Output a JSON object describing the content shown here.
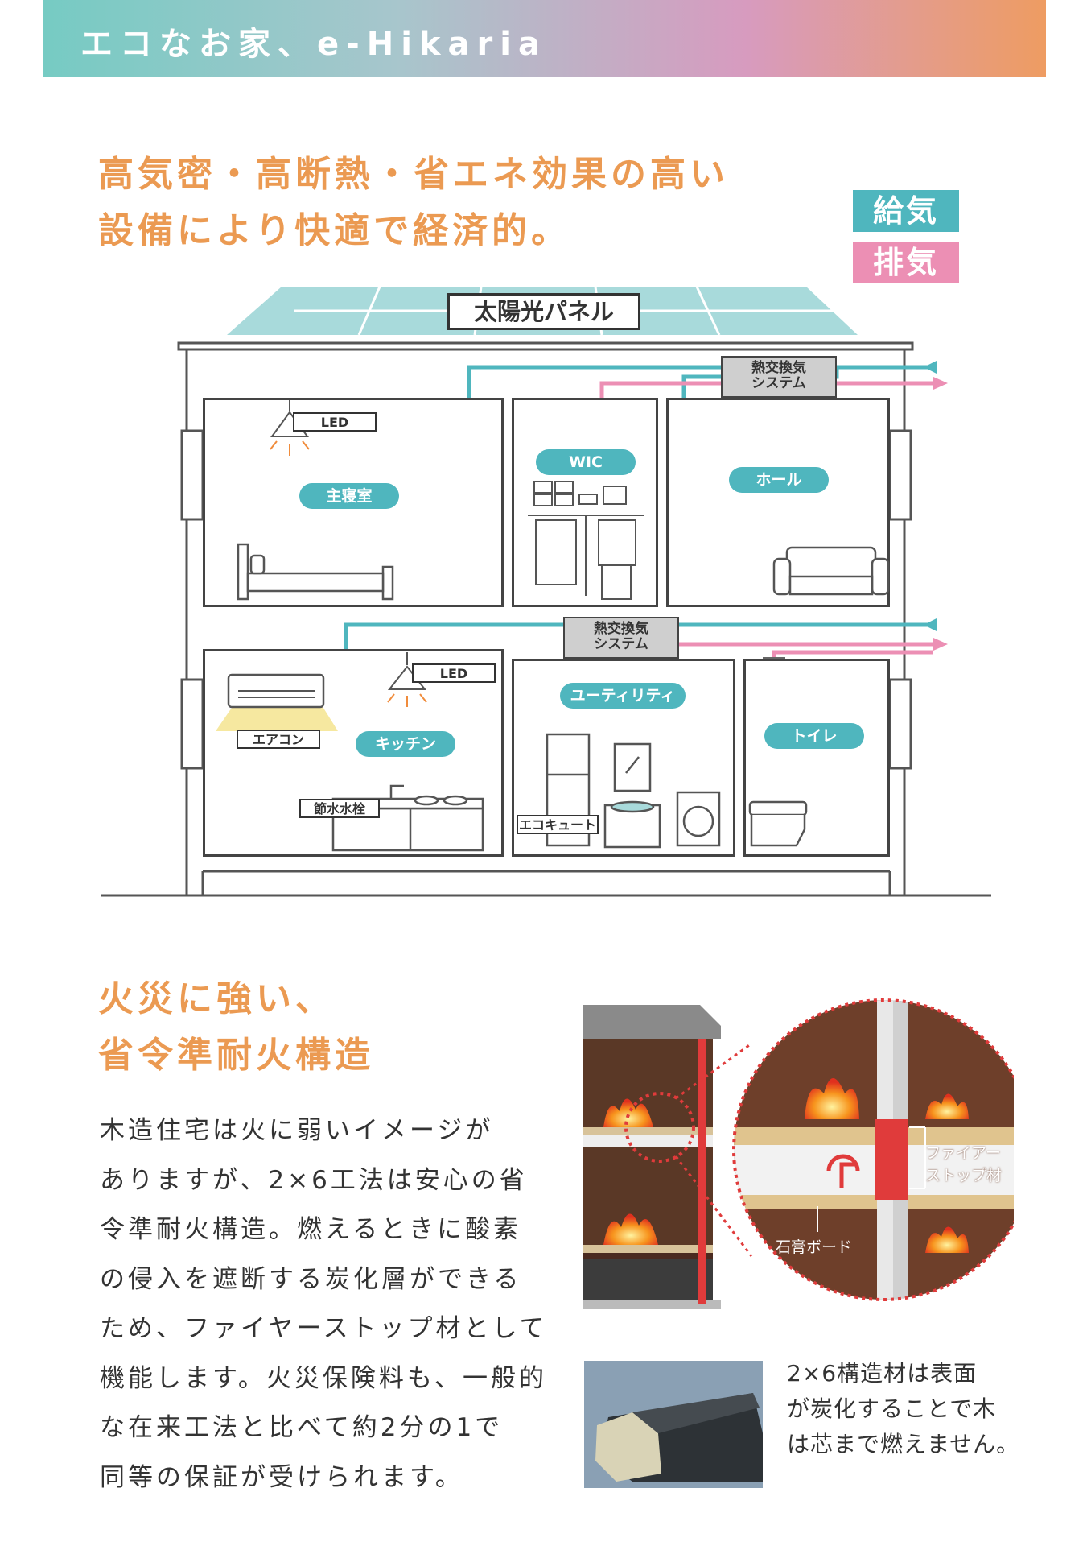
{
  "header": {
    "title": "エコなお家、e-Hikaria"
  },
  "eco": {
    "headline_lines": [
      "高気密・高断熱・省エネ効果の高い",
      "設備により快適で経済的。"
    ],
    "legend": {
      "supply": "給気",
      "exhaust": "排気"
    },
    "colors": {
      "supply": "#4fb6be",
      "exhaust": "#ec8fb4",
      "accent": "#eb9a52"
    },
    "diagram": {
      "solar_label": "太陽光パネル",
      "vent_system_label": "熱交換気\nシステム",
      "rooms": {
        "master_bedroom": "主寝室",
        "wic": "WIC",
        "hall": "ホール",
        "kitchen": "キッチン",
        "utility": "ユーティリティ",
        "toilet": "トイレ"
      },
      "tags": {
        "led_upper": "LED",
        "led_lower": "LED",
        "aircon": "エアコン",
        "faucet": "節水水栓",
        "ecocute": "エコキュート"
      }
    }
  },
  "fire": {
    "headline_lines": [
      "火災に強い、",
      "省令準耐火構造"
    ],
    "body_lines": [
      "木造住宅は火に弱いイメージが",
      "ありますが、2×6工法は安心の省",
      "令準耐火構造。燃えるときに酸素",
      "の侵入を遮断する炭化層ができる",
      "ため、ファイヤーストップ材として",
      "機能します。火災保険料も、一般的",
      "な在来工法と比べて約2分の1で",
      "同等の保証が受けられます。"
    ],
    "callouts": {
      "firestop": "ファイアー\nストップ材",
      "gypsum": "石膏ボード"
    },
    "caption_lines": [
      "2×6構造材は表面",
      "が炭化することで木",
      "は芯まで燃えません。"
    ]
  }
}
